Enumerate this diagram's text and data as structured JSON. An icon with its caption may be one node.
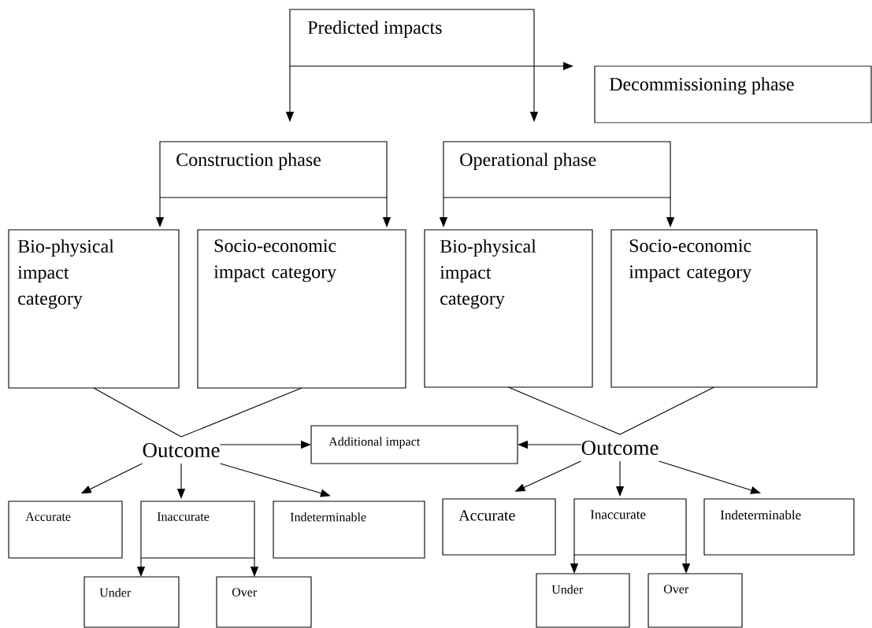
{
  "diagram": {
    "nodes": [
      {
        "text": [
          "Predicted impacts"
        ]
      },
      {
        "text": [
          "Decommissioning phase"
        ]
      },
      {
        "text": [
          "Construction phase"
        ]
      },
      {
        "text": [
          "Operational phase"
        ]
      },
      {
        "text": [
          "Bio-physical impact category"
        ]
      },
      {
        "text": [
          "Socio-economic impact category"
        ]
      },
      {
        "text": [
          "Bio-physical impact category"
        ]
      },
      {
        "text": [
          "Socio-economic impact category"
        ]
      },
      {
        "text": [
          "Outcome"
        ]
      },
      {
        "text": [
          "Additional impact"
        ]
      },
      {
        "text": [
          "Outcome"
        ]
      },
      {
        "text": [
          "Accurate"
        ]
      },
      {
        "text": [
          "Inaccurate"
        ]
      },
      {
        "text": [
          "Indeterminable"
        ]
      },
      {
        "text": [
          "Under"
        ]
      },
      {
        "text": [
          "Over"
        ]
      },
      {
        "text": [
          "Accurate"
        ]
      },
      {
        "text": [
          "Inaccurate"
        ]
      },
      {
        "text": [
          "Indeterminable"
        ]
      },
      {
        "text": [
          "Under"
        ]
      },
      {
        "text": [
          "Over"
        ]
      }
    ],
    "edges": [
      {
        "from": 0,
        "to": 1,
        "arrow": "to"
      },
      {
        "from": 0,
        "to": 2,
        "arrow": "to"
      },
      {
        "from": 0,
        "to": 3,
        "arrow": "to"
      },
      {
        "from": 2,
        "to": 4,
        "arrow": "to"
      },
      {
        "from": 2,
        "to": 5,
        "arrow": "to"
      },
      {
        "from": 3,
        "to": 6,
        "arrow": "to"
      },
      {
        "from": 3,
        "to": 7,
        "arrow": "to"
      },
      {
        "from": 4,
        "to": 8,
        "arrow": "none"
      },
      {
        "from": 5,
        "to": 8,
        "arrow": "none"
      },
      {
        "from": 6,
        "to": 10,
        "arrow": "none"
      },
      {
        "from": 7,
        "to": 10,
        "arrow": "none"
      },
      {
        "from": 8,
        "to": 9,
        "arrow": "to"
      },
      {
        "from": 10,
        "to": 9,
        "arrow": "to"
      },
      {
        "from": 8,
        "to": 11,
        "arrow": "to"
      },
      {
        "from": 8,
        "to": 12,
        "arrow": "to"
      },
      {
        "from": 8,
        "to": 13,
        "arrow": "to"
      },
      {
        "from": 10,
        "to": 16,
        "arrow": "to"
      },
      {
        "from": 10,
        "to": 17,
        "arrow": "to"
      },
      {
        "from": 10,
        "to": 18,
        "arrow": "to"
      },
      {
        "from": 12,
        "to": 14,
        "arrow": "to"
      },
      {
        "from": 12,
        "to": 15,
        "arrow": "to"
      },
      {
        "from": 17,
        "to": 19,
        "arrow": "to"
      },
      {
        "from": 17,
        "to": 20,
        "arrow": "to"
      }
    ]
  }
}
